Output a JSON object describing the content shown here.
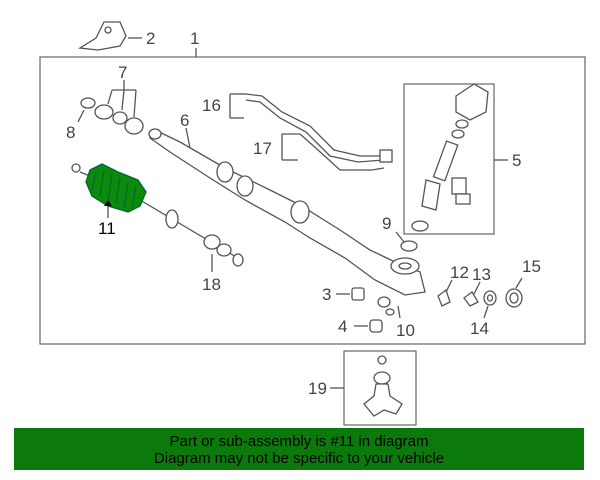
{
  "callouts": {
    "p1": "1",
    "p2": "2",
    "p3": "3",
    "p4": "4",
    "p5": "5",
    "p6": "6",
    "p7": "7",
    "p8": "8",
    "p9": "9",
    "p10": "10",
    "p11": "11",
    "p12": "12",
    "p13": "13",
    "p14": "14",
    "p15": "15",
    "p16": "16",
    "p17": "17",
    "p18": "18",
    "p19": "19"
  },
  "highlight_part": "11",
  "colors": {
    "highlight": "#0b8a0b",
    "banner": "#0b7a0b",
    "line": "#555555"
  },
  "banner": {
    "line1": "Part or sub-assembly is #11 in diagram",
    "line2": "Diagram may not be specific to your vehicle"
  }
}
